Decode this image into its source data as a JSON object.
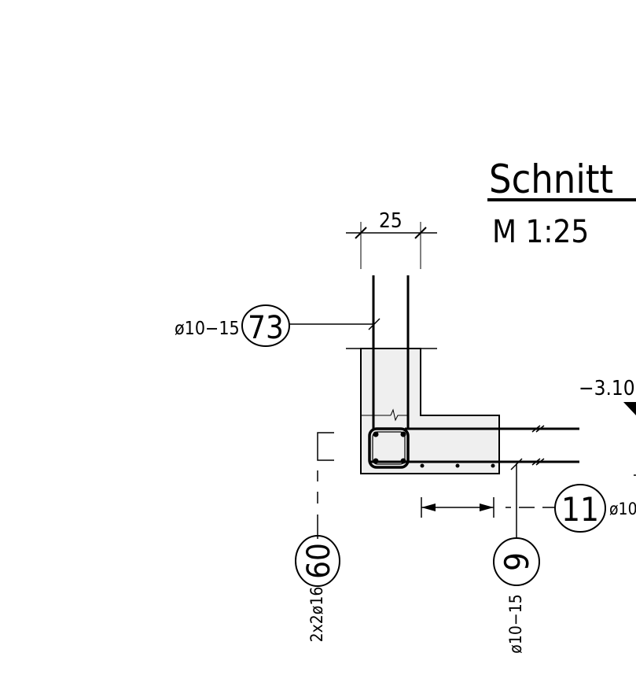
{
  "drawing": {
    "title": "Schnitt",
    "scale": "M 1:25",
    "dimension_width": "25",
    "level": "−3.10"
  },
  "callouts": [
    {
      "number": "73",
      "spec": "ø10−15"
    },
    {
      "number": "11",
      "spec": "ø10"
    },
    {
      "number": "60",
      "spec": "2x2ø16"
    },
    {
      "number": "9",
      "spec": "ø10−15"
    }
  ],
  "colors": {
    "line": "#000000",
    "concrete_fill": "#efefef",
    "background": "#ffffff"
  }
}
